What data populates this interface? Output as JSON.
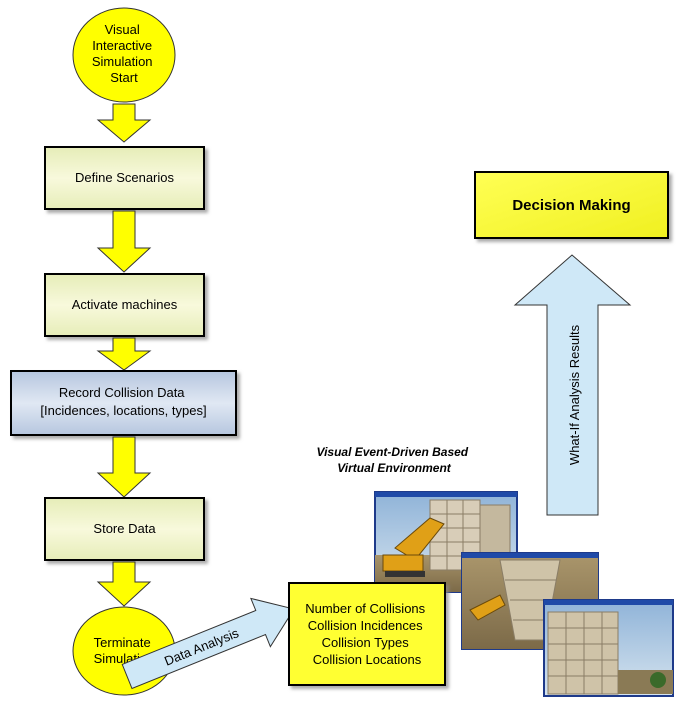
{
  "flow": {
    "start": {
      "lines": [
        "Visual",
        "Interactive",
        "Simulation",
        "Start"
      ]
    },
    "define": "Define Scenarios",
    "activate": "Activate machines",
    "record": {
      "lines": [
        "Record Collision Data",
        "[Incidences, locations, types]"
      ]
    },
    "store": "Store Data",
    "terminate": {
      "lines": [
        "Terminate",
        "Simulation"
      ]
    }
  },
  "data_analysis_arrow": "Data Analysis",
  "results_box": {
    "lines": [
      "Number of Collisions",
      "Collision Incidences",
      "Collision Types",
      "Collision Locations"
    ]
  },
  "virtual_env_caption": {
    "lines": [
      "Visual Event-Driven Based",
      "Virtual Environment"
    ]
  },
  "what_if_arrow": "What-If Analysis Results",
  "decision": "Decision Making",
  "colors": {
    "circle_fill": "#ffff00",
    "arrow_fill": "#ffff00",
    "green_box": "#f2f5c6",
    "blue_box": "#c6d3e6",
    "light_blue_arrow": "#cfe8f7",
    "decision_fill": "#ffff33"
  }
}
